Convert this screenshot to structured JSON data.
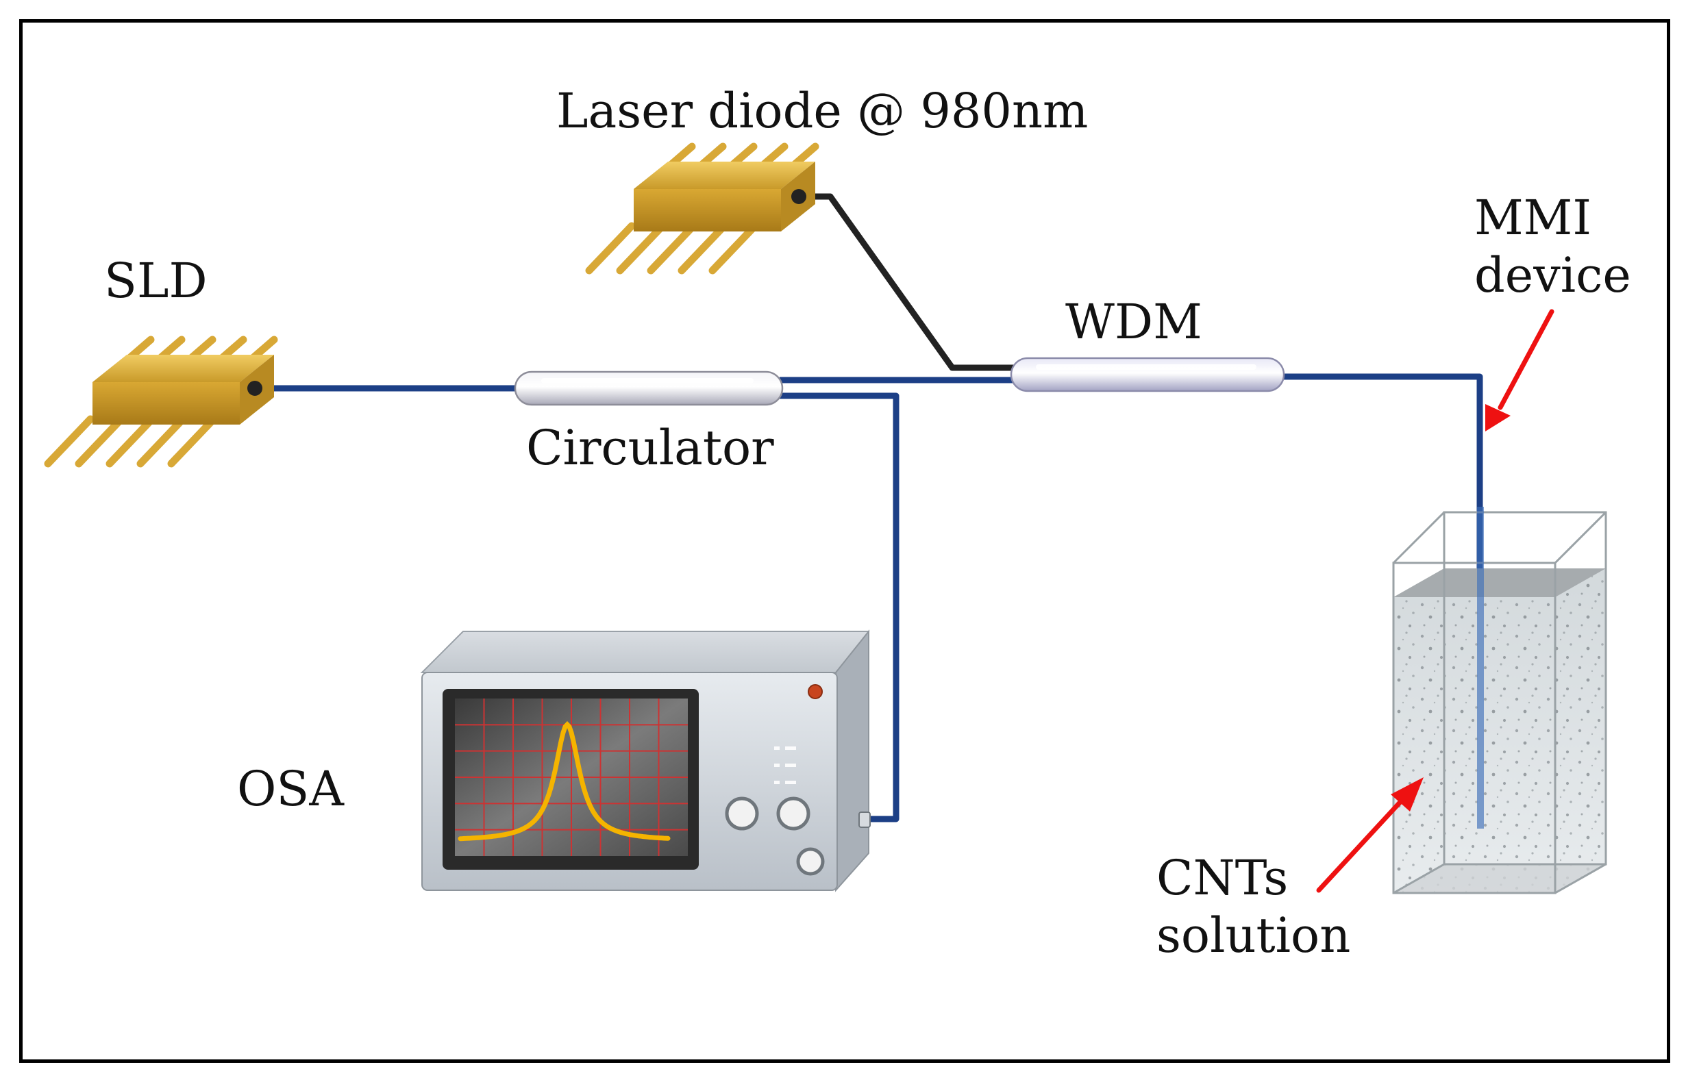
{
  "labels": {
    "laser": "Laser diode @ 980nm",
    "sld": "SLD",
    "mmi_line1": "MMI",
    "mmi_line2": "device",
    "wdm": "WDM",
    "circulator": "Circulator",
    "osa": "OSA",
    "cnts_line1": "CNTs",
    "cnts_line2": "solution"
  },
  "colors": {
    "fiber": "#1c3f86",
    "laser_fiber": "#222222",
    "chip": "#d9a530",
    "arrow": "#ee1111",
    "trace": "#f5b400",
    "grid": "#cc3333"
  }
}
